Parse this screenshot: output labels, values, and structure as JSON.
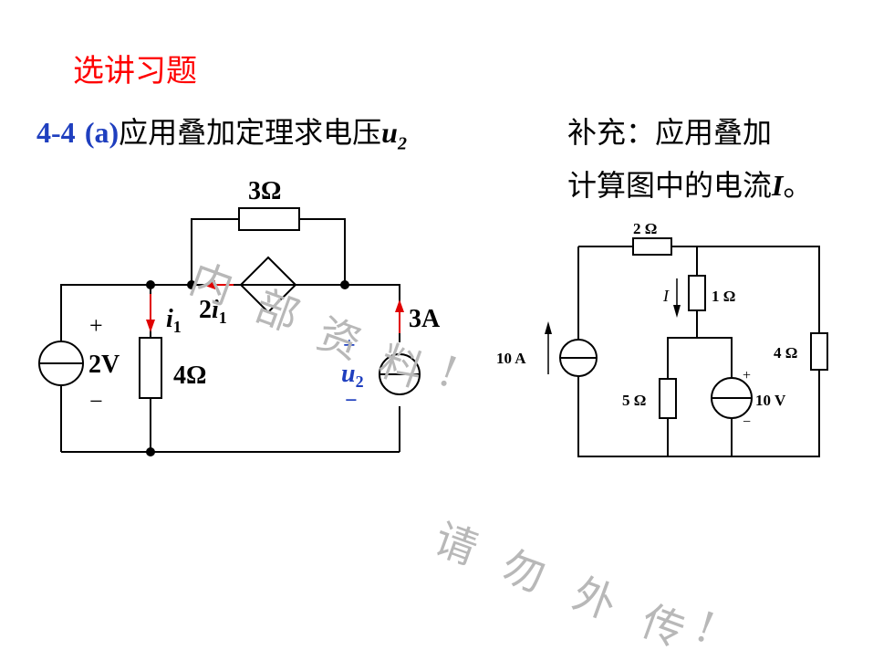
{
  "header": {
    "section_title": "选讲习题",
    "problem_number": "4-4",
    "problem_part": "(a)",
    "problem_text": "应用叠加定理求电压",
    "problem_var": "u",
    "problem_var_sub": "2",
    "supplement_line1": "补充：应用叠加",
    "supplement_line2_text": "计算图中的电流",
    "supplement_line2_var": "I",
    "supplement_line2_end": "。"
  },
  "circuit_a": {
    "r_top": "3Ω",
    "r_mid": "4Ω",
    "vsource": "2V",
    "plus": "+",
    "minus": "−",
    "i1_letter": "i",
    "i1_sub": "1",
    "ccs_coef": "2",
    "ccs_letter": "i",
    "ccs_sub": "1",
    "isource": "3A",
    "u2_letter": "u",
    "u2_sub": "2"
  },
  "circuit_b": {
    "r_top": "2 Ω",
    "r_1": "1 Ω",
    "r_4": "4 Ω",
    "r_5": "5 Ω",
    "isource": "10 A",
    "vsource": "10 V",
    "current": "I",
    "plus": "+",
    "minus": "−"
  },
  "watermark": {
    "chars_upper": [
      "内",
      "部",
      "资",
      "料",
      "!"
    ],
    "chars_lower": [
      "请",
      "勿",
      "外",
      "传",
      "!"
    ]
  },
  "colors": {
    "title_red": "#ff0000",
    "number_blue": "#1f3fbf",
    "arrow_red": "#e00000",
    "u2_blue": "#1f3fbf",
    "watermark": "#b8b8b8"
  }
}
